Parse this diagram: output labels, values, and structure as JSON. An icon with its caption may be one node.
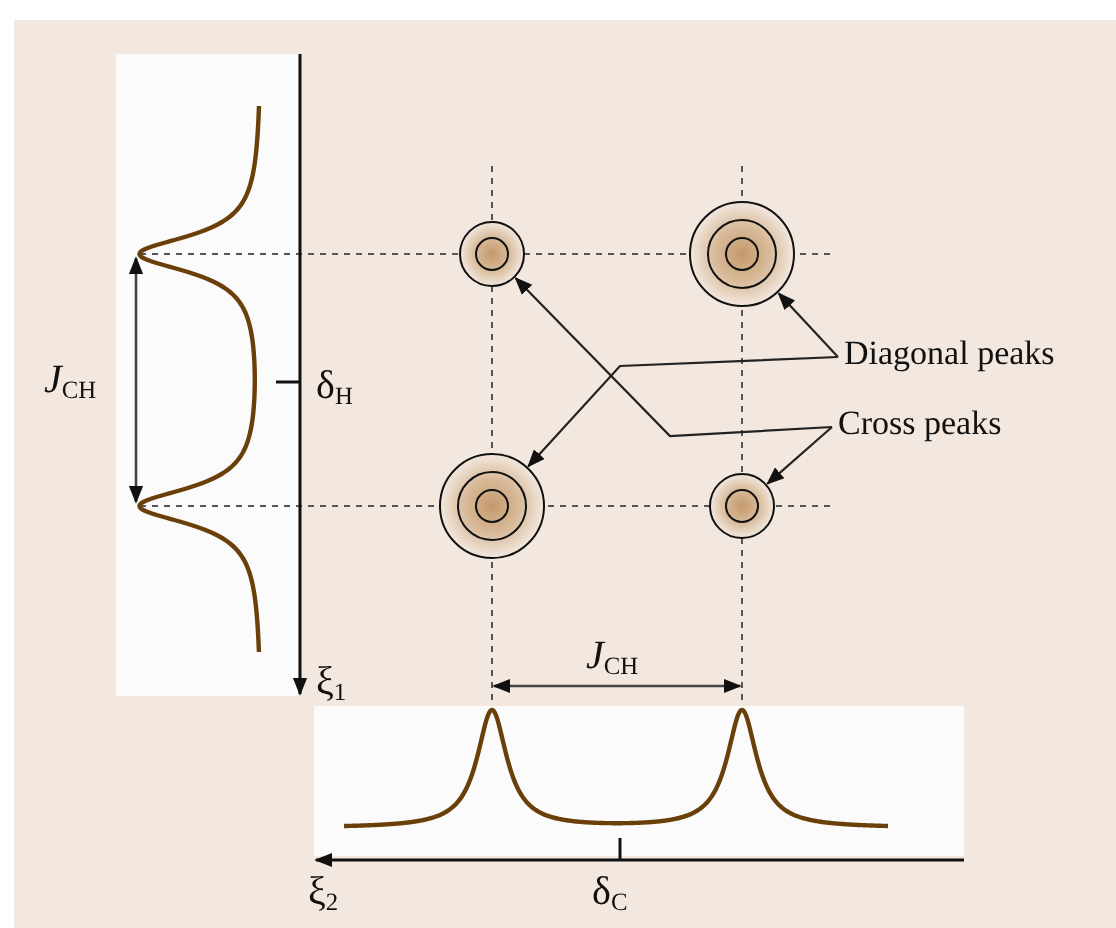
{
  "diagram": {
    "nodes": [
      {
        "text": [],
        "shape": "circle"
      },
      {
        "text": [],
        "shape": "circle"
      },
      {
        "text": [
          "Diagonal peaks"
        ]
      },
      {
        "text": [
          "Cross peaks"
        ]
      },
      {
        "text": [],
        "shape": "circle"
      },
      {
        "text": [],
        "shape": "circle"
      }
    ],
    "edges": [
      {
        "from": 2,
        "to": 1,
        "arrow": "to"
      },
      {
        "from": 2,
        "to": 4,
        "arrow": "to"
      },
      {
        "from": 3,
        "to": 0,
        "arrow": "to"
      },
      {
        "from": 3,
        "to": 5,
        "arrow": "to"
      }
    ],
    "labels": [
      "*J*$_{CH}$",
      "δ$_{H}$",
      "ξ$_{1}$",
      "*J*$_{CH}$",
      "ξ$_{2}$",
      "δ$_{C}$"
    ]
  }
}
